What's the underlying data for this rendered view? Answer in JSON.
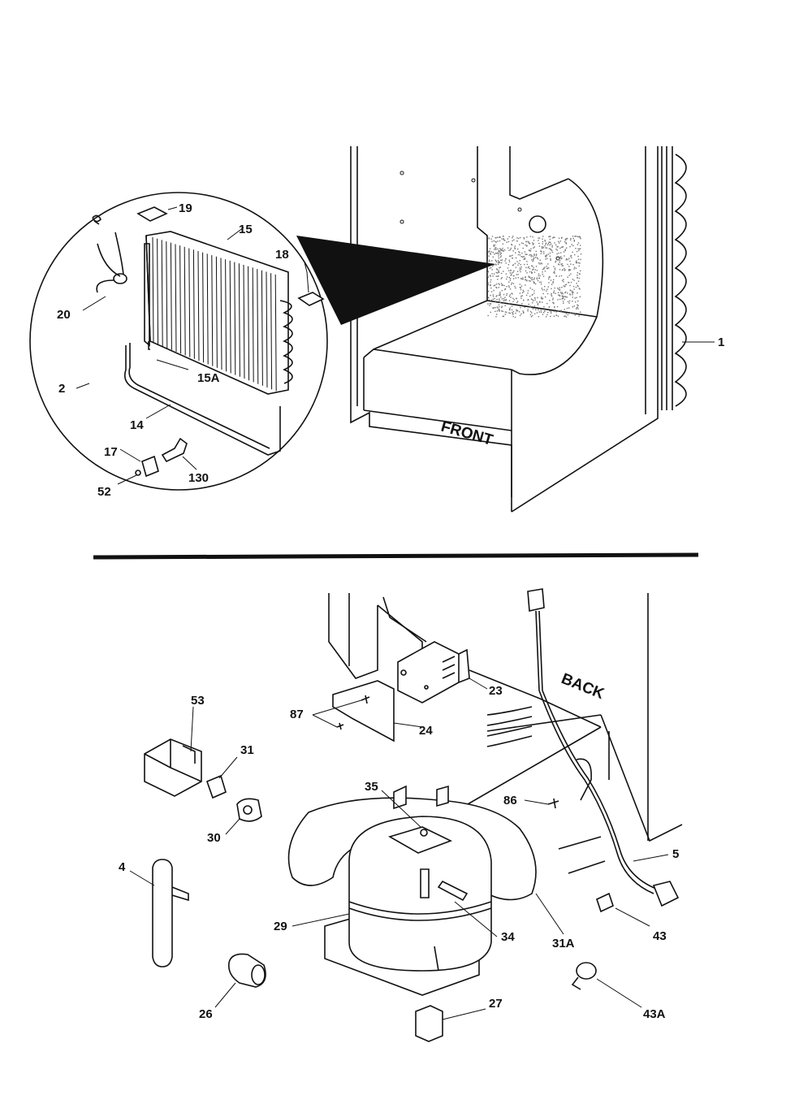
{
  "colors": {
    "ink": "#111111",
    "background": "#ffffff",
    "speckle": "#777777"
  },
  "labels": {
    "front": "FRONT",
    "back": "BACK",
    "p1": "1",
    "p2": "2",
    "p14": "14",
    "p15": "15",
    "p15a": "15A",
    "p17": "17",
    "p18": "18",
    "p19": "19",
    "p20": "20",
    "p52": "52",
    "p130": "130",
    "p53": "53",
    "p31": "31",
    "p30": "30",
    "p4": "4",
    "p26": "26",
    "p29": "29",
    "p35": "35",
    "p34": "34",
    "p27": "27",
    "p31a": "31A",
    "p43": "43",
    "p43a": "43A",
    "p5": "5",
    "p86": "86",
    "p87": "87",
    "p24": "24",
    "p23": "23"
  }
}
